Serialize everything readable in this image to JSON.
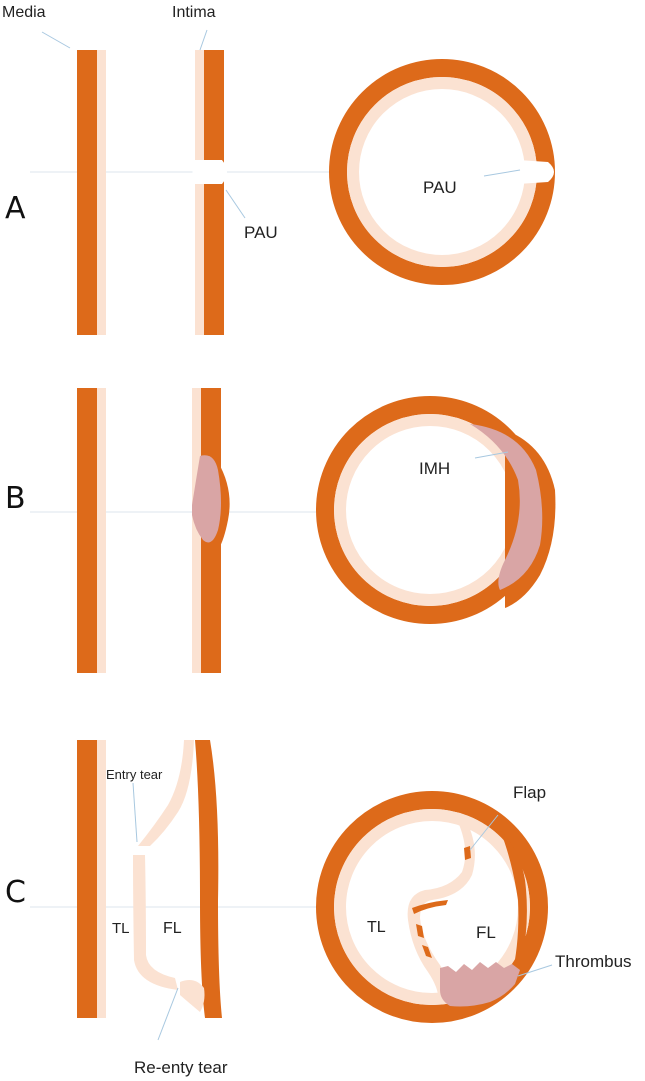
{
  "colors": {
    "media": "#DD6A1A",
    "intima": "#FBE2D2",
    "hematoma": "#D9A5A5",
    "leader": "#A8C8E0",
    "guide": "#DDE6EE",
    "text": "#222222"
  },
  "labels": {
    "media": "Media",
    "intima": "Intima",
    "panel_a": "A",
    "panel_b": "B",
    "panel_c": "C",
    "pau_left": "PAU",
    "pau_right": "PAU",
    "imh": "IMH",
    "entry_tear": "Entry tear",
    "re_entry_tear": "Re-enty tear",
    "tl_left": "TL",
    "fl_left": "FL",
    "tl_right": "TL",
    "fl_right": "FL",
    "flap": "Flap",
    "thrombus": "Thrombus"
  }
}
